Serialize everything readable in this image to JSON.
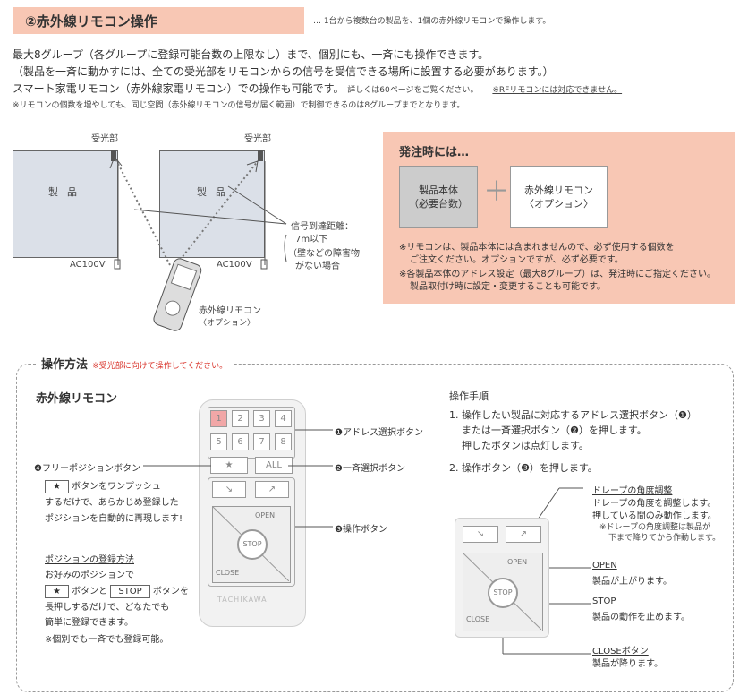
{
  "header": {
    "title": "②赤外線リモコン操作",
    "note": "… 1台から複数台の製品を、1個の赤外線リモコンで操作します。"
  },
  "intro": {
    "line1": "最大8グループ（各グループに登録可能台数の上限なし）まで、個別にも、一斉にも操作できます。",
    "line2": "（製品を一斉に動かすには、全ての受光部をリモコンからの信号を受信できる場所に設置する必要があります。）",
    "line3": "スマート家電リモコン（赤外線家電リモコン）での操作も可能です。",
    "line3_small": "詳しくは60ページをご覧ください。",
    "line3_link": "※RFリモコンには対応できません。",
    "line4": "※リモコンの個数を増やしても、同じ空間（赤外線リモコンの信号が届く範囲）で制御できるのは8グループまでとなります。"
  },
  "diagram": {
    "receiver1": "受光部",
    "receiver2": "受光部",
    "product1": "製品",
    "product2": "製品",
    "ac1": "AC100V",
    "ac2": "AC100V",
    "signal_label": "信号到達距離：",
    "signal_distance": "7m以下",
    "signal_note1": "（壁などの障害物",
    "signal_note2": "がない場合",
    "remote_label": "赤外線リモコン",
    "remote_option": "〈オプション〉"
  },
  "order": {
    "title": "発注時には…",
    "box1_line1": "製品本体",
    "box1_line2": "（必要台数）",
    "plus": "＋",
    "box2_line1": "赤外線リモコン",
    "box2_line2": "〈オプション〉",
    "note1a": "※リモコンは、製品本体には含まれませんので、必ず使用する個数を",
    "note1b": "ご注文ください。オプションですが、必ず必要です。",
    "note2a": "※各製品本体のアドレス設定（最大8グループ）は、発注時にご指定ください。",
    "note2b": "製品取付け時に設定・変更することも可能です。"
  },
  "operation": {
    "title": "操作方法",
    "title_note": "※受光部に向けて操作してください。",
    "remote_title": "赤外線リモコン",
    "keys": [
      "1",
      "2",
      "3",
      "4",
      "5",
      "6",
      "7",
      "8"
    ],
    "star": "★",
    "all": "ALL",
    "open": "OPEN",
    "stop": "STOP",
    "close": "CLOSE",
    "brand": "TACHIKAWA",
    "callout_address": "❶アドレス選択ボタン",
    "callout_all": "❷一斉選択ボタン",
    "callout_operate": "❸操作ボタン",
    "callout_free": "❹フリーポジションボタン",
    "free_desc1": "ボタンをワンプッシュ",
    "free_desc2": "するだけで、あらかじめ登録した",
    "free_desc3": "ポジションを自動的に再現します!",
    "reg_title": "ポジションの登録方法",
    "reg1": "お好みのポジションで",
    "reg2a": "ボタンと",
    "reg2b": "ボタンを",
    "reg3": "長押しするだけで、どなたでも",
    "reg4": "簡単に登録できます。",
    "reg5": "※個別でも一斉でも登録可能。"
  },
  "steps": {
    "title": "操作手順",
    "s1a": "1. 操作したい製品に対応するアドレス選択ボタン（❶）",
    "s1b": "または一斉選択ボタン（❷）を押します。",
    "s1c": "押したボタンは点灯します。",
    "s2": "2. 操作ボタン（❸）を押します。",
    "drape_title": "ドレープの角度調整",
    "drape1": "ドレープの角度を調整します。",
    "drape2": "押している間のみ動作します。",
    "drape3": "※ドレープの角度調整は製品が",
    "drape4": "下まで降りてから作動します。",
    "open_title": "OPEN",
    "open_desc": "製品が上がります。",
    "stop_title": "STOP",
    "stop_desc": "製品の動作を止めます。",
    "close_title": "CLOSEボタン",
    "close_desc": "製品が降ります。"
  },
  "colors": {
    "accent_peach": "#f8c7b4",
    "lit_key": "#f1a7a7",
    "note_red": "#d9342b"
  }
}
